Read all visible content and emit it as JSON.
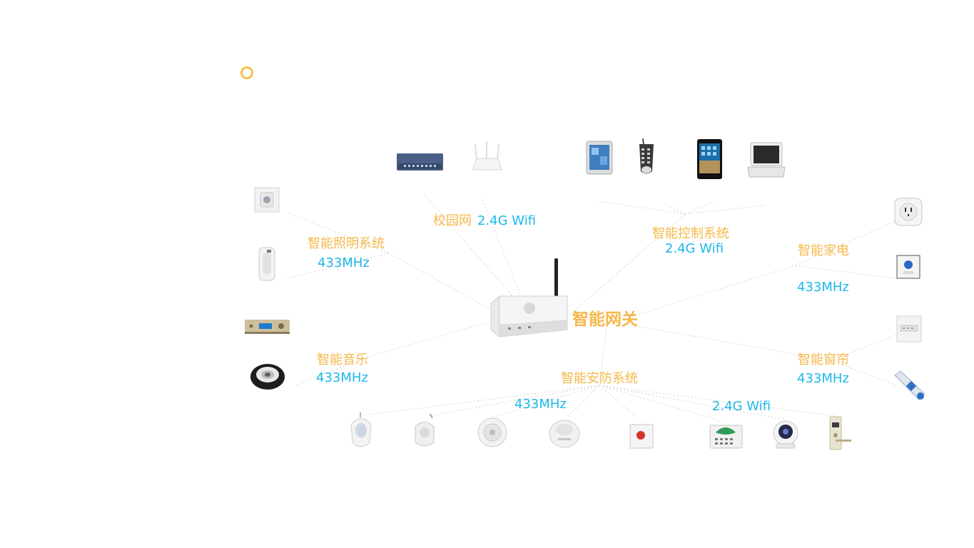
{
  "gateway": {
    "label": "智能网关"
  },
  "groups": {
    "campus": {
      "label": "校园网",
      "protocol": "2.4G Wifi"
    },
    "control": {
      "label": "智能控制系统",
      "protocol": "2.4G Wifi"
    },
    "lighting": {
      "label": "智能照明系统",
      "protocol": "433MHz"
    },
    "appliance": {
      "label": "智能家电",
      "protocol": "433MHz"
    },
    "music": {
      "label": "智能音乐",
      "protocol": "433MHz"
    },
    "curtain": {
      "label": "智能窗帘",
      "protocol": "433MHz"
    },
    "security": {
      "label": "智能安防系统",
      "protocol_a": "433MHz",
      "protocol_b": "2.4G Wifi"
    }
  },
  "colors": {
    "accent_orange": "#f6b84a",
    "accent_blue": "#1bb8ea",
    "line": "#dcdcdc",
    "ring": "#f7c04a"
  },
  "devices": [
    "network-switch",
    "wireless-router",
    "tablet",
    "remote-control",
    "smartphone",
    "laptop",
    "dimmer-switch",
    "light-switch",
    "audio-amplifier",
    "ceiling-speaker",
    "smart-plug",
    "wall-socket-panel",
    "curtain-switch-panel",
    "curtain-motor",
    "pir-motion-sensor",
    "wall-motion-sensor",
    "smoke-detector",
    "gas-detector",
    "emergency-button",
    "alarm-keypad",
    "ip-camera",
    "smart-door-lock"
  ]
}
